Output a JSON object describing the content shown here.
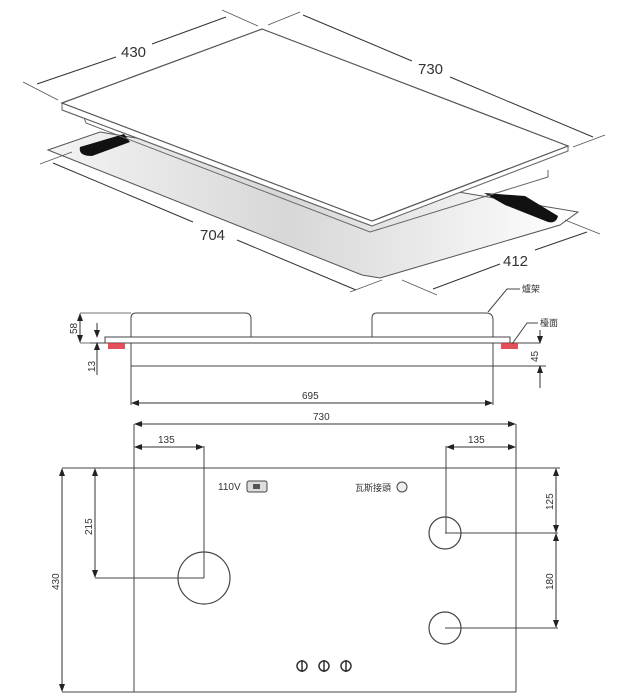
{
  "iso_view": {
    "dims": {
      "depth_top": "430",
      "width_top": "730",
      "cutout_width": "704",
      "cutout_depth": "412"
    }
  },
  "side_view": {
    "labels": {
      "grate": "爐架",
      "countertop": "檯面"
    },
    "dims": {
      "grate_height": "58",
      "panel_thickness": "13",
      "below_counter_depth": "45",
      "body_width": "695",
      "overall_width": "730"
    }
  },
  "top_view": {
    "dims": {
      "left_offset": "135",
      "right_offset": "135",
      "left_burner_from_top": "215",
      "overall_depth": "430",
      "right_burner1_from_top": "125",
      "right_burner_spacing": "180"
    },
    "labels": {
      "power": "110V",
      "gas": "瓦斯接頭"
    },
    "knobs": 3,
    "colors": {
      "line": "#333333",
      "seal": "#e0303c"
    }
  }
}
